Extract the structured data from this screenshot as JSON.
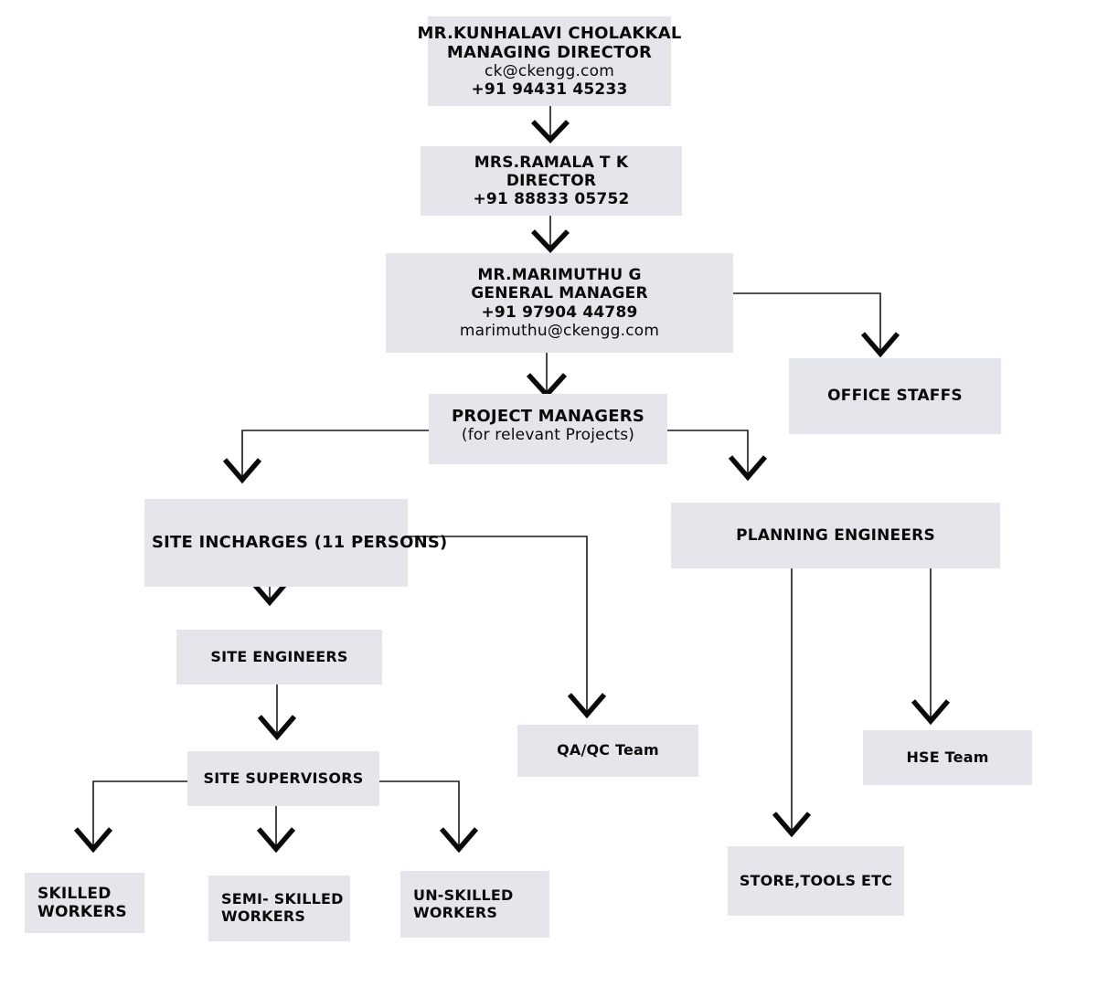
{
  "title": "Organization Chart",
  "theme": {
    "box_fill": "#e4e6ec",
    "text_color": "#0a0a0a",
    "connector_color": "#1a1a1a",
    "page_background": "#ffffff"
  },
  "nodes": {
    "managing_director": {
      "name": "MR.KUNHALAVI CHOLAKKAL",
      "role": "MANAGING DIRECTOR",
      "email": "ck@ckengg.com",
      "phone": "+91 94431 45233"
    },
    "director": {
      "name": "MRS.RAMALA T K",
      "role": "DIRECTOR",
      "phone": "+91 88833 05752"
    },
    "general_manager": {
      "name": "MR.MARIMUTHU G",
      "role": "GENERAL MANAGER",
      "phone": "+91 97904 44789",
      "email": "marimuthu@ckengg.com"
    },
    "project_managers": {
      "title": "PROJECT MANAGERS",
      "subtitle": "(for relevant Projects)"
    },
    "office_staffs": {
      "title": "OFFICE STAFFS"
    },
    "site_incharges": {
      "title": "SITE INCHARGES (11 PERSONS)"
    },
    "planning_engineers": {
      "title": "PLANNING ENGINEERS"
    },
    "site_engineers": {
      "title": "SITE ENGINEERS"
    },
    "site_supervisors": {
      "title": "SITE SUPERVISORS"
    },
    "qa_qc_team": {
      "title": "QA/QC Team"
    },
    "hse_team": {
      "title": "HSE Team"
    },
    "store_tools": {
      "title": "STORE,TOOLS ETC"
    },
    "skilled_workers": {
      "line1": "SKILLED",
      "line2": "WORKERS"
    },
    "semi_skilled_workers": {
      "line1": "SEMI- SKILLED",
      "line2": "WORKERS"
    },
    "un_skilled_workers": {
      "line1": "UN-SKILLED",
      "line2": "WORKERS"
    }
  },
  "edges": [
    {
      "from": "managing_director",
      "to": "director"
    },
    {
      "from": "director",
      "to": "general_manager"
    },
    {
      "from": "general_manager",
      "to": "project_managers"
    },
    {
      "from": "general_manager",
      "to": "office_staffs"
    },
    {
      "from": "project_managers",
      "to": "site_incharges"
    },
    {
      "from": "project_managers",
      "to": "planning_engineers"
    },
    {
      "from": "site_incharges",
      "to": "site_engineers"
    },
    {
      "from": "site_incharges",
      "to": "qa_qc_team"
    },
    {
      "from": "site_engineers",
      "to": "site_supervisors"
    },
    {
      "from": "site_supervisors",
      "to": "skilled_workers"
    },
    {
      "from": "site_supervisors",
      "to": "semi_skilled_workers"
    },
    {
      "from": "site_supervisors",
      "to": "un_skilled_workers"
    },
    {
      "from": "planning_engineers",
      "to": "store_tools"
    },
    {
      "from": "planning_engineers",
      "to": "hse_team"
    }
  ]
}
